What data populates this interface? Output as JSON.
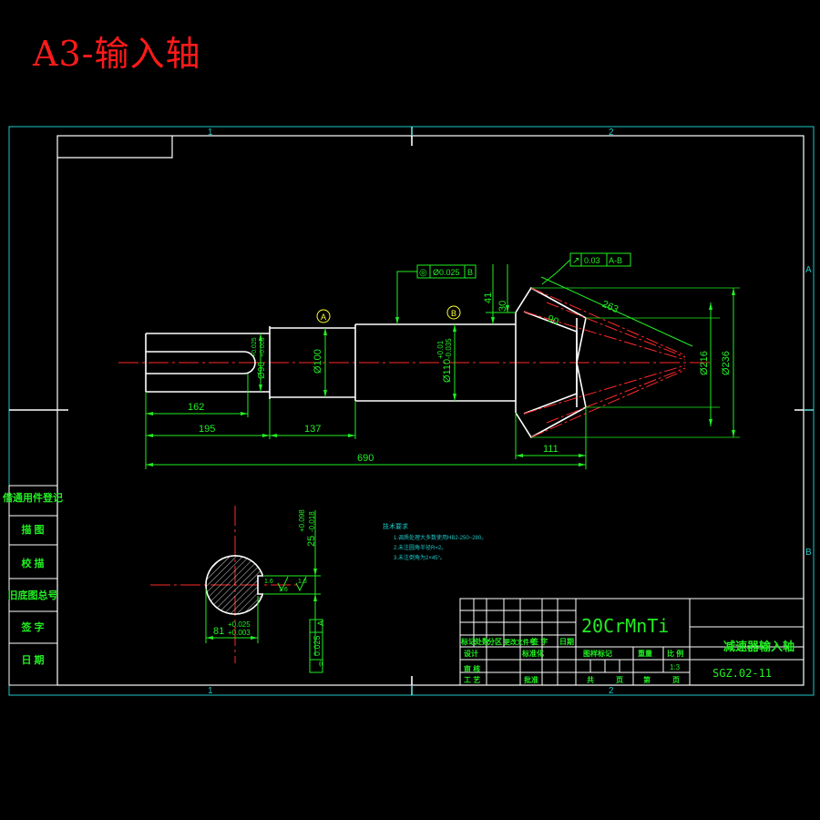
{
  "header": {
    "title": "A3-输入轴"
  },
  "colors": {
    "frame": "#1ec8c8",
    "outline": "#ffffff",
    "dimension": "#22ee22",
    "center": "#ff2a2a",
    "tag": "#ffff33",
    "title": "#ff1a1a"
  },
  "zone_labels": {
    "col1": "1",
    "col2": "2",
    "col1_bottom": "1",
    "col2_bottom": "2",
    "rowA": "A",
    "rowB": "B"
  },
  "datums": {
    "a": "A",
    "b": "B"
  },
  "side_table": [
    {
      "label": "借通用件登记"
    },
    {
      "label": "描 图"
    },
    {
      "label": "校 描"
    },
    {
      "label": "旧底图总号"
    },
    {
      "label": "签 字"
    },
    {
      "label": "日 期"
    }
  ],
  "dimensions": {
    "d162": "162",
    "d195": "195",
    "d137": "137",
    "d690": "690",
    "d111": "111",
    "d263": "263",
    "d41": "41",
    "d30": "30",
    "d90": "90",
    "dia100": "Ø100",
    "dia110": "Ø110",
    "dia110_tol_upper": "+0.01",
    "dia110_tol_lower": "-0.035",
    "dia90": "Ø90",
    "dia90_tol_upper": "+0.025",
    "dia90_tol_lower": "+0.003",
    "dia216": "Ø216",
    "dia236": "Ø236"
  },
  "tolerances": {
    "runout": {
      "symbol": "↗",
      "value": "0.03",
      "datum": "A-B"
    },
    "coaxial": {
      "symbol": "◎",
      "value": "Ø0.025",
      "datum": "B"
    },
    "keyway_sym": {
      "symbol": "⌯",
      "value": "0.025",
      "datum": "A"
    }
  },
  "section": {
    "width_value": "25",
    "width_tol_upper": "+0.098",
    "width_tol_lower": "-0.018",
    "depth_value": "81",
    "depth_tol_upper": "+0.025",
    "depth_tol_lower": "+0.003",
    "rough1": "1.6",
    "rough2": "1.6",
    "rough3": "1.6"
  },
  "notes": {
    "title": "技术要求",
    "line1": "1.调质处理大多数使用HB2-250~280。",
    "line2": "2.未注圆角半径R=2。",
    "line3": "3.未注倒角为2×45°。"
  },
  "title_block": {
    "material": "20CrMnTi",
    "part_name": "减速器输入轴",
    "drawing_no": "SGZ.02-11",
    "scale": "1:3",
    "h_mark": "标记",
    "h_count": "处数",
    "h_zone": "分区",
    "h_docno": "更改文件号",
    "h_sign": "签 字",
    "h_date": "日期",
    "r_design": "设计",
    "r_stdz": "标准化",
    "r_check": "审 核",
    "r_process": "工 艺",
    "r_approve": "批准",
    "h_stage": "图样标记",
    "h_weight": "重量",
    "h_scale": "比 例",
    "sheet_total": "共",
    "sheet_unit": "页",
    "sheet_no": "第",
    "sheet_unit2": "页"
  }
}
